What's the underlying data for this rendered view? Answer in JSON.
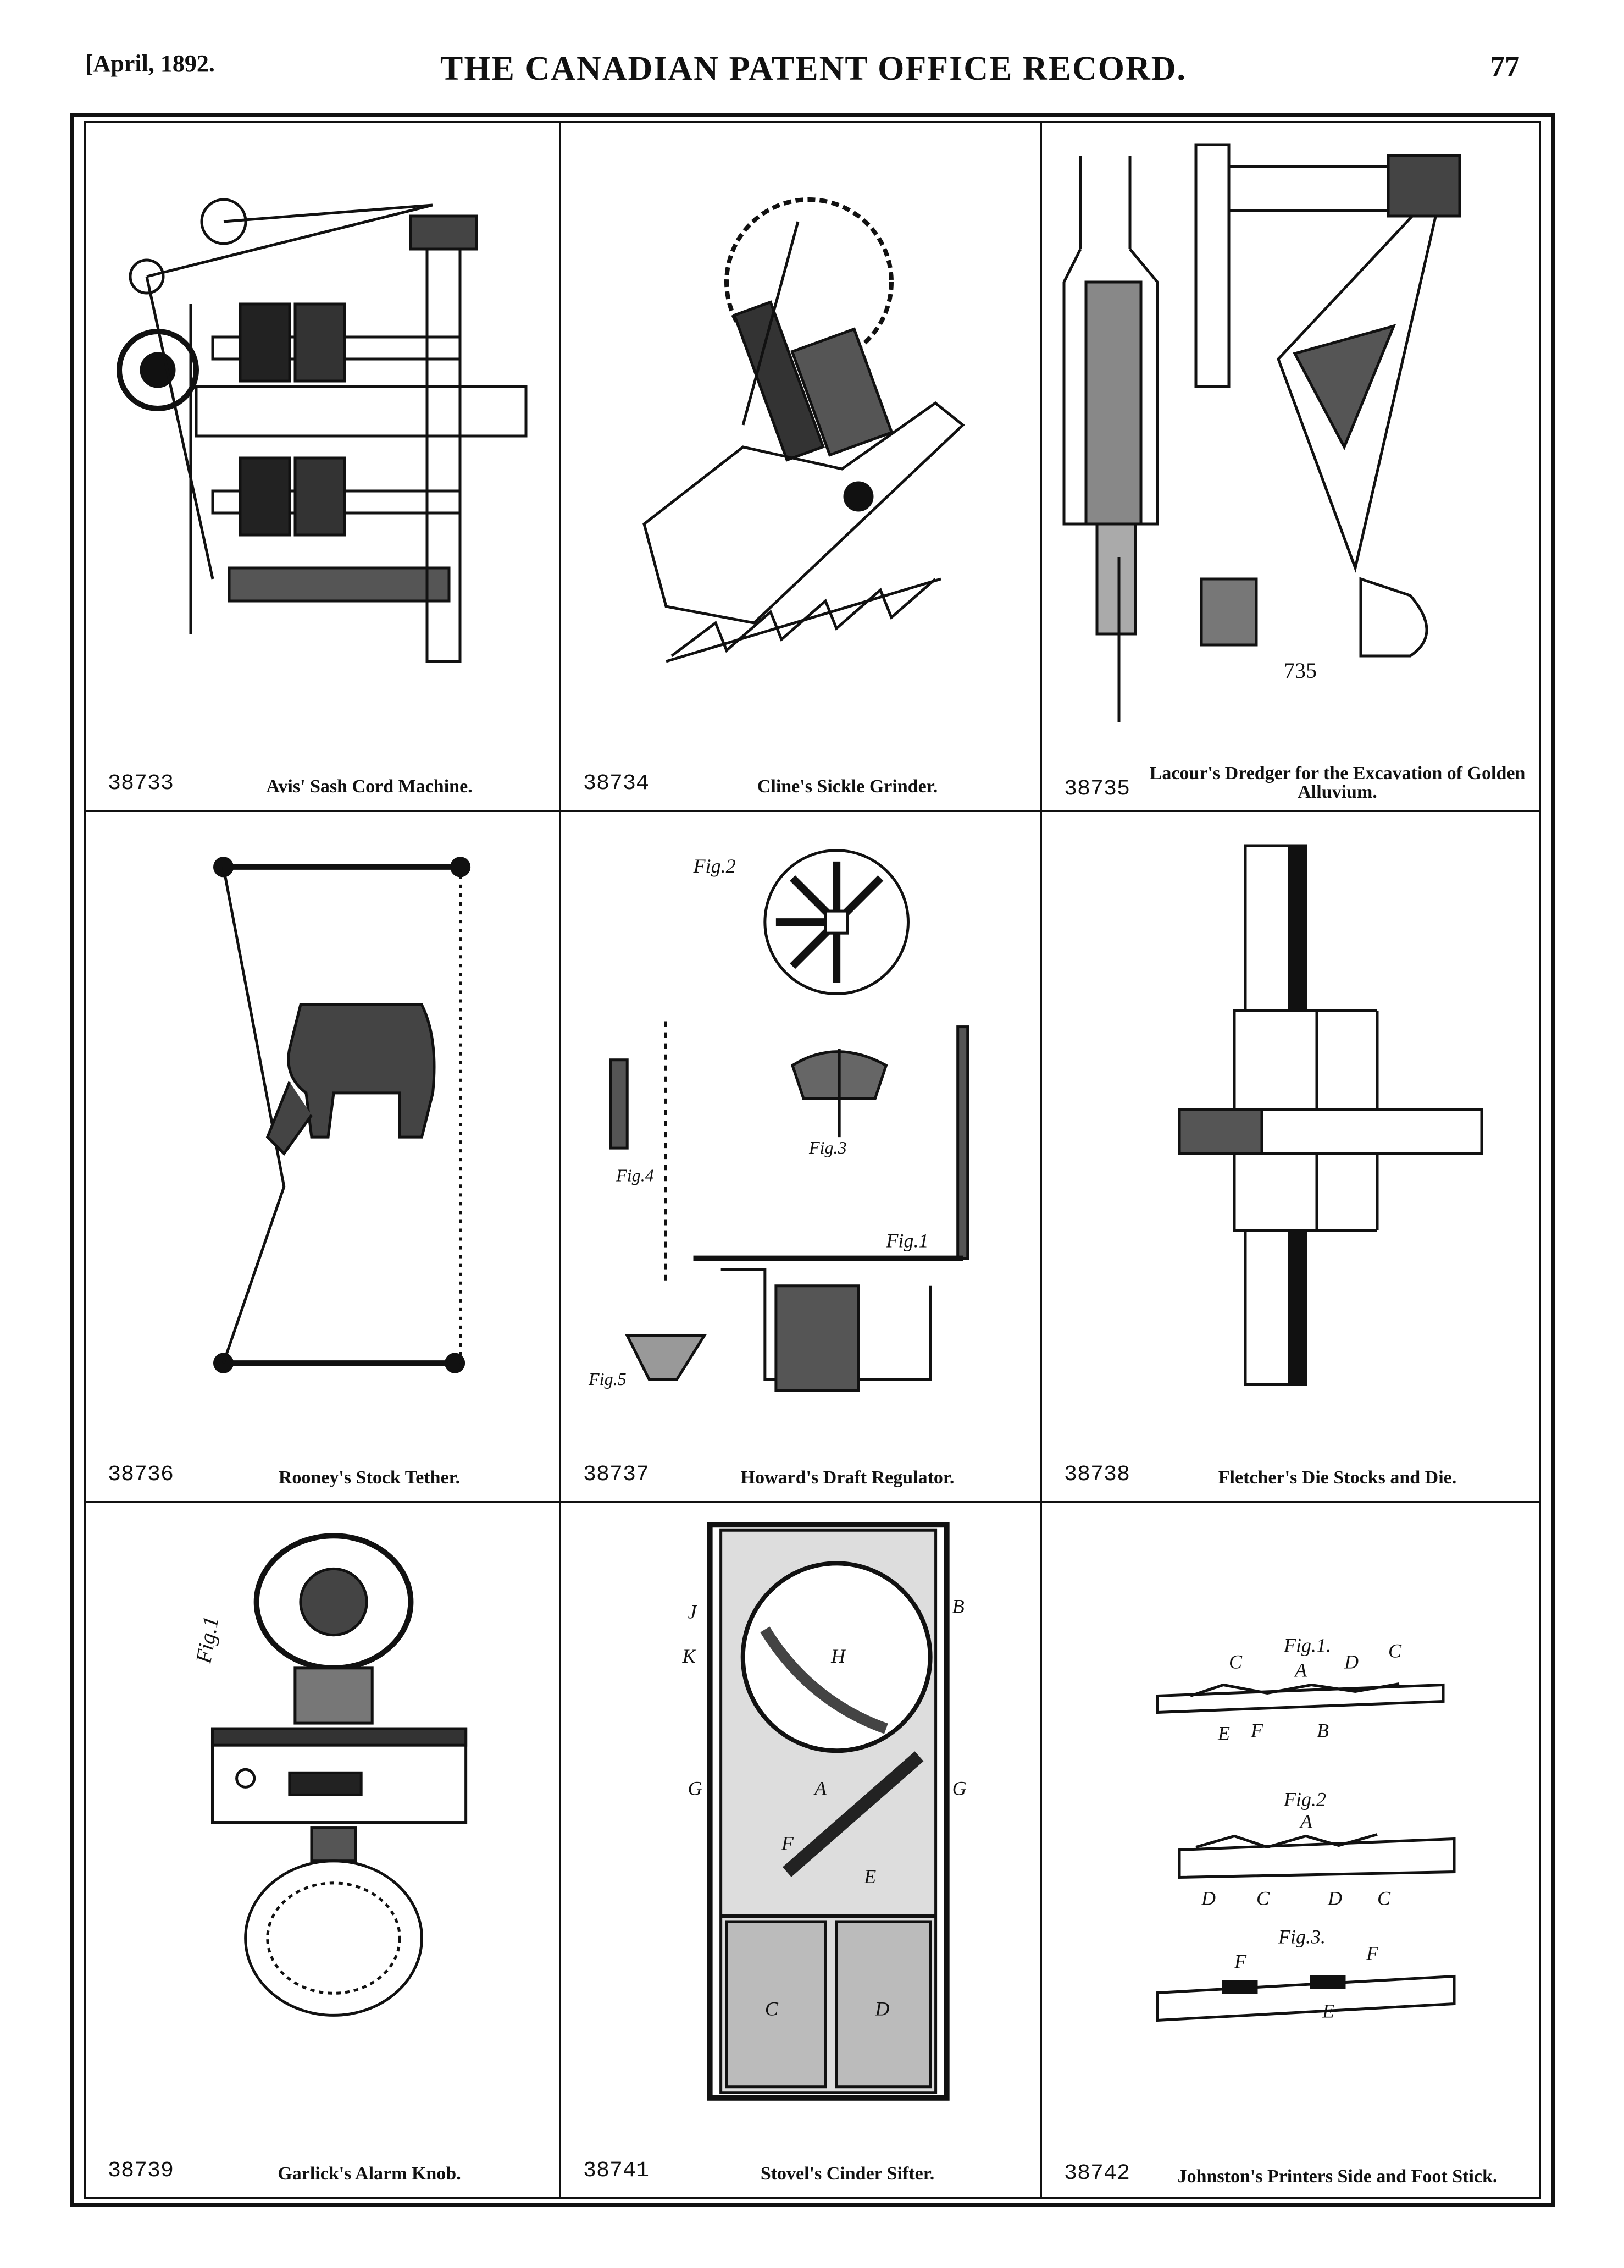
{
  "header": {
    "date": "[April, 1892.",
    "title": "THE CANADIAN PATENT OFFICE RECORD.",
    "page": "77"
  },
  "patents": [
    {
      "number": "38733",
      "title": "Avis' Sash Cord Machine.",
      "icon": "machine-drawing"
    },
    {
      "number": "38734",
      "title": "Cline's Sickle Grinder.",
      "icon": "grinder-drawing"
    },
    {
      "number": "38735",
      "title": "Lacour's Dredger for the Excavation of Golden Alluvium.",
      "icon": "dredger-drawing"
    },
    {
      "number": "38736",
      "title": "Rooney's Stock Tether.",
      "icon": "tether-drawing"
    },
    {
      "number": "38737",
      "title": "Howard's Draft Regulator.",
      "icon": "regulator-drawing"
    },
    {
      "number": "38738",
      "title": "Fletcher's Die Stocks and Die.",
      "icon": "die-stock-drawing"
    },
    {
      "number": "38739",
      "title": "Garlick's Alarm Knob.",
      "icon": "knob-drawing"
    },
    {
      "number": "38741",
      "title": "Stovel's Cinder Sifter.",
      "icon": "sifter-drawing"
    },
    {
      "number": "38742",
      "title": "Johnston's Printers Side and Foot Stick.",
      "icon": "stick-drawing"
    }
  ],
  "drawing_labels": {
    "dredger": "735",
    "regulator": [
      "Fig.2",
      "Fig.3",
      "Fig.4",
      "Fig.1",
      "Fig.5"
    ],
    "knob": "Fig.1",
    "sifter": [
      "J",
      "B",
      "K",
      "H",
      "G",
      "A",
      "G",
      "F",
      "E",
      "C",
      "D"
    ],
    "stick": [
      "Fig.1.",
      "Fig.2",
      "Fig.3.",
      "A",
      "C",
      "D",
      "C",
      "E",
      "F",
      "B",
      "A",
      "D",
      "C",
      "D",
      "C",
      "F",
      "F",
      "E"
    ]
  }
}
